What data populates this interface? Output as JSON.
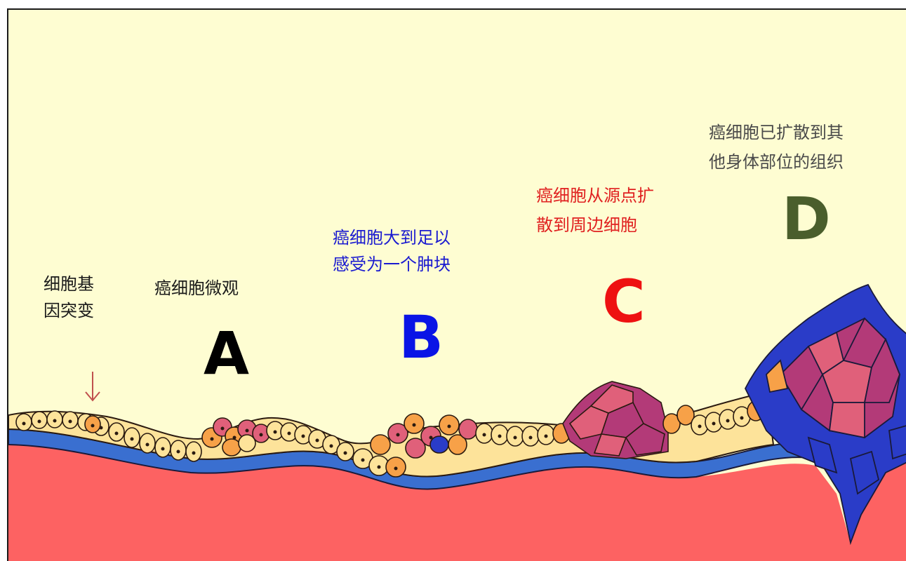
{
  "stages": {
    "mutation": {
      "text": "细胞基\n因突变",
      "color": "#1a1a1a"
    },
    "a": {
      "letter": "A",
      "caption": "癌细胞微观",
      "letter_color": "#000000",
      "caption_color": "#1a1a1a"
    },
    "b": {
      "letter": "B",
      "caption": "癌细胞大到足以\n感受为一个肿块",
      "letter_color": "#0a14e6",
      "caption_color": "#1a1ad0"
    },
    "c": {
      "letter": "C",
      "caption": "癌细胞从源点扩\n散到周边细胞",
      "letter_color": "#ee1111",
      "caption_color": "#e02020"
    },
    "d": {
      "letter": "D",
      "caption": "癌细胞已扩散到其\n他身体部位的组织",
      "letter_color": "#4a5e2c",
      "caption_color": "#4a4a4a"
    }
  },
  "colors": {
    "background": "#fefdd2",
    "tissue": "#fd6262",
    "membrane": "#3a6fd0",
    "normal_cell": "#fde39a",
    "mutated_cell": "#f7a148",
    "cancer_cell_pink": "#e0607a",
    "cancer_cell_magenta": "#b33a78",
    "spread_cell": "#2a3cc8",
    "arrow": "#c0504d"
  }
}
